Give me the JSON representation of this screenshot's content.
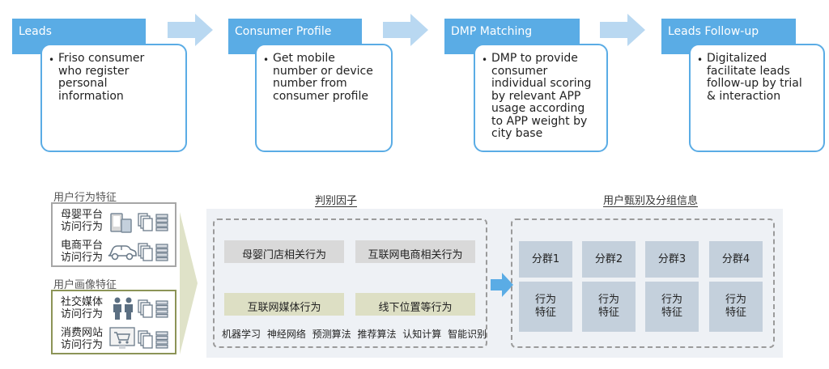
{
  "process": {
    "stages": [
      {
        "title": "Leads",
        "text": "Friso consumer\nwho register\npersonal\ninformation"
      },
      {
        "title": "Consumer Profile",
        "text": "Get mobile\nnumber or device\nnumber from\nconsumer profile"
      },
      {
        "title": "DMP Matching",
        "text": "DMP to provide\nconsumer\nindividual scoring\nby relevant APP\nusage according\nto APP weight by\ncity base"
      },
      {
        "title": "Leads Follow-up",
        "text": "Digitalized\nfacilitate leads\nfollow-up by trial\n& interaction"
      }
    ],
    "bullet": "•"
  },
  "left": {
    "behavior_title": "用户行为特征",
    "behavior_items": [
      "母婴平台\n访问行为",
      "电商平台\n访问行为"
    ],
    "portrait_title": "用户画像特征",
    "portrait_items": [
      "社交媒体\n访问行为",
      "消费网站\n访问行为"
    ]
  },
  "factors": {
    "title": "判别因子",
    "items": [
      "母婴门店相关行为",
      "互联网电商相关行为",
      "互联网媒体行为",
      "线下位置等行为"
    ],
    "algorithms": "机器学习 神经网络 预测算法 推荐算法 认知计算 智能识别"
  },
  "clusters": {
    "title": "用户甄别及分组信息",
    "groups": [
      "分群1",
      "分群2",
      "分群3",
      "分群4"
    ],
    "label": "行为\n特征"
  },
  "icons": {
    "flow_arrow": "right-arrow-icon",
    "behavior_icons": [
      "phone-tablet-icon",
      "car-icon"
    ],
    "portrait_icons": [
      "people-icon",
      "shopping-cart-icon"
    ],
    "doc_icon": "documents-icon",
    "list_icon": "list-icon"
  },
  "colors": {
    "accent_blue": "#5aace5",
    "arrow_blue": "#b9d8f1",
    "olive": "#8c9457",
    "cluster_fill": "#c4d0dc",
    "panel_bg": "#eef1f5"
  }
}
